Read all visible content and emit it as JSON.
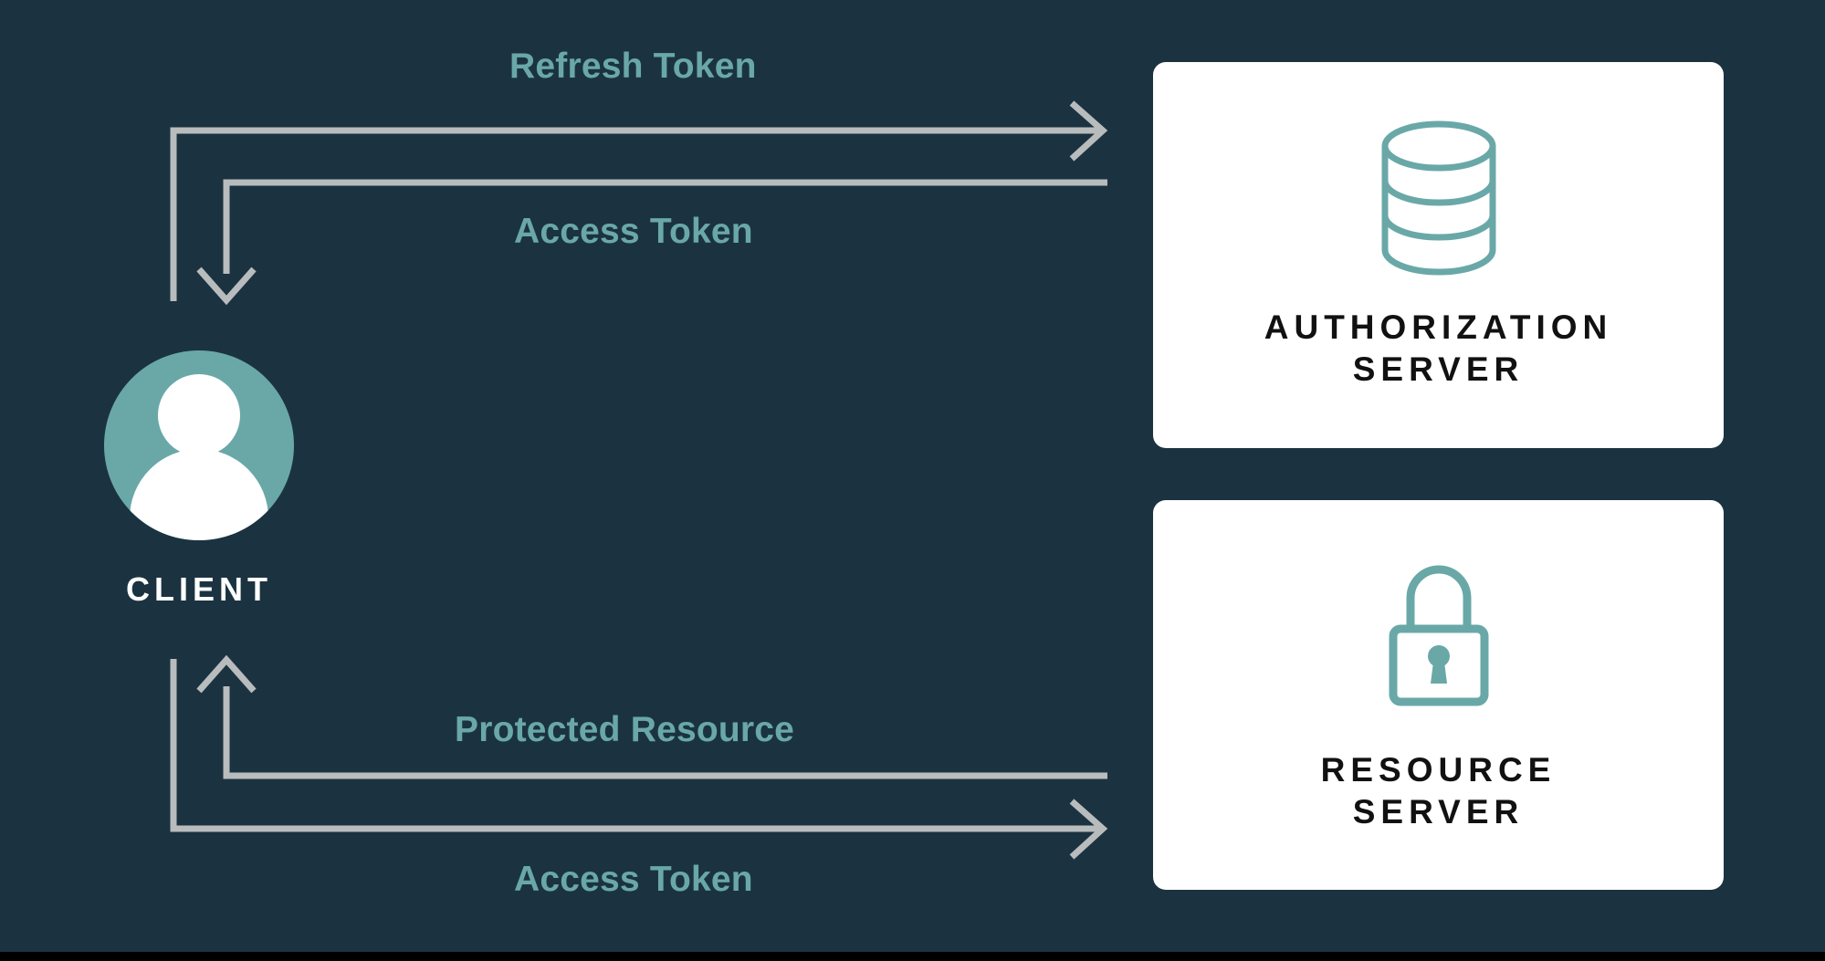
{
  "colors": {
    "background": "#1b3340",
    "accent_teal": "#6aa8a8",
    "arrow_gray": "#b8bcbd",
    "card_background": "#ffffff",
    "card_title": "#111111",
    "client_label": "#ffffff",
    "bottom_bar": "#000000"
  },
  "client": {
    "label": "CLIENT",
    "icon": "user-avatar-icon"
  },
  "flows": [
    {
      "id": "refresh-token",
      "label": "Refresh Token",
      "direction": "client-to-authorization-server"
    },
    {
      "id": "access-token-top",
      "label": "Access Token",
      "direction": "authorization-server-to-client"
    },
    {
      "id": "protected-resource",
      "label": "Protected Resource",
      "direction": "resource-server-to-client"
    },
    {
      "id": "access-token-bottom",
      "label": "Access Token",
      "direction": "client-to-resource-server"
    }
  ],
  "cards": [
    {
      "id": "authorization-server",
      "title": "AUTHORIZATION\nSERVER",
      "icon": "database-icon"
    },
    {
      "id": "resource-server",
      "title": "RESOURCE\nSERVER",
      "icon": "padlock-open-icon"
    }
  ]
}
